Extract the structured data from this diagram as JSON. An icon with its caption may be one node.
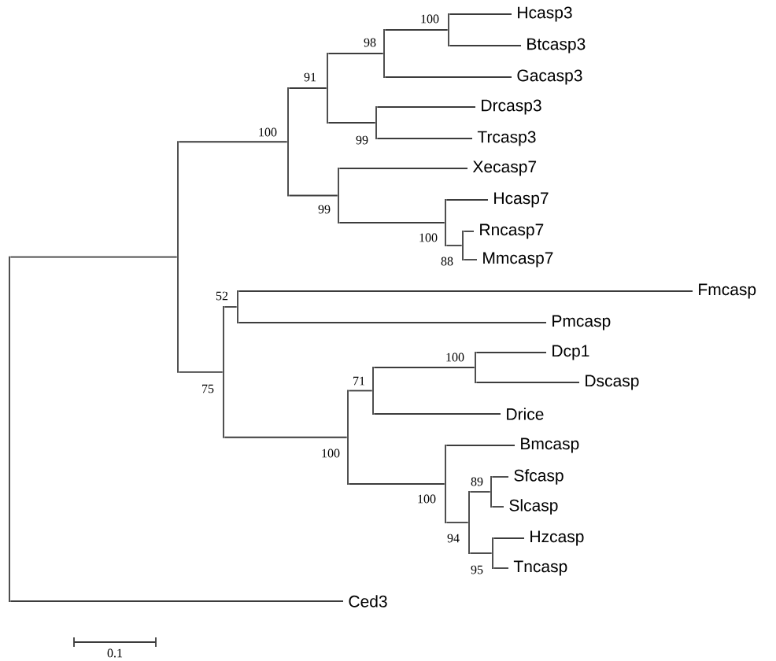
{
  "diagram": {
    "nodes": [
      {
        "text": [],
        "shape": "bar"
      },
      {
        "text": [],
        "shape": "bar"
      },
      {
        "text": [],
        "shape": "bar",
        "beside": [
          "100"
        ]
      },
      {
        "text": [],
        "shape": "bar",
        "beside": [
          "91"
        ]
      },
      {
        "text": [],
        "shape": "bar",
        "beside": [
          "98"
        ]
      },
      {
        "text": [],
        "shape": "bar",
        "beside": [
          "100"
        ]
      },
      {
        "text": [
          "Hcasp3"
        ]
      },
      {
        "text": [
          "Btcasp3"
        ]
      },
      {
        "text": [
          "Gacasp3"
        ]
      },
      {
        "text": [],
        "shape": "bar",
        "beside": [
          "99"
        ]
      },
      {
        "text": [
          "Drcasp3"
        ]
      },
      {
        "text": [
          "Trcasp3"
        ]
      },
      {
        "text": [],
        "shape": "bar",
        "beside": [
          "99"
        ]
      },
      {
        "text": [
          "Xecasp7"
        ]
      },
      {
        "text": [],
        "shape": "bar",
        "beside": [
          "100"
        ]
      },
      {
        "text": [
          "Hcasp7"
        ]
      },
      {
        "text": [],
        "shape": "bar",
        "beside": [
          "88"
        ]
      },
      {
        "text": [
          "Rncasp7"
        ]
      },
      {
        "text": [
          "Mmcasp7"
        ]
      },
      {
        "text": [],
        "shape": "bar",
        "beside": [
          "75"
        ]
      },
      {
        "text": [],
        "shape": "bar",
        "beside": [
          "52"
        ]
      },
      {
        "text": [
          "Fmcasp"
        ]
      },
      {
        "text": [
          "Pmcasp"
        ]
      },
      {
        "text": [],
        "shape": "bar",
        "beside": [
          "100"
        ]
      },
      {
        "text": [],
        "shape": "bar",
        "beside": [
          "71"
        ]
      },
      {
        "text": [],
        "shape": "bar",
        "beside": [
          "100"
        ]
      },
      {
        "text": [
          "Dcp1"
        ]
      },
      {
        "text": [
          "Dscasp"
        ]
      },
      {
        "text": [
          "Drice"
        ]
      },
      {
        "text": [],
        "shape": "bar",
        "beside": [
          "100"
        ]
      },
      {
        "text": [
          "Bmcasp"
        ]
      },
      {
        "text": [],
        "shape": "bar",
        "beside": [
          "94"
        ]
      },
      {
        "text": [],
        "shape": "bar",
        "beside": [
          "89"
        ]
      },
      {
        "text": [
          "Sfcasp"
        ]
      },
      {
        "text": [
          "Slcasp"
        ]
      },
      {
        "text": [],
        "shape": "bar",
        "beside": [
          "95"
        ]
      },
      {
        "text": [
          "Hzcasp"
        ]
      },
      {
        "text": [
          "Tncasp"
        ]
      },
      {
        "text": [
          "Ced3"
        ]
      }
    ],
    "edges": [
      {
        "from": 0,
        "to": 1,
        "arrow": "none"
      },
      {
        "from": 0,
        "to": 38,
        "arrow": "none"
      },
      {
        "from": 1,
        "to": 2,
        "arrow": "none"
      },
      {
        "from": 1,
        "to": 19,
        "arrow": "none"
      },
      {
        "from": 2,
        "to": 3,
        "arrow": "none"
      },
      {
        "from": 2,
        "to": 12,
        "arrow": "none"
      },
      {
        "from": 3,
        "to": 4,
        "arrow": "none"
      },
      {
        "from": 3,
        "to": 9,
        "arrow": "none"
      },
      {
        "from": 4,
        "to": 5,
        "arrow": "none"
      },
      {
        "from": 4,
        "to": 8,
        "arrow": "none"
      },
      {
        "from": 5,
        "to": 6,
        "arrow": "none"
      },
      {
        "from": 5,
        "to": 7,
        "arrow": "none"
      },
      {
        "from": 9,
        "to": 10,
        "arrow": "none"
      },
      {
        "from": 9,
        "to": 11,
        "arrow": "none"
      },
      {
        "from": 12,
        "to": 13,
        "arrow": "none"
      },
      {
        "from": 12,
        "to": 14,
        "arrow": "none"
      },
      {
        "from": 14,
        "to": 15,
        "arrow": "none"
      },
      {
        "from": 14,
        "to": 16,
        "arrow": "none"
      },
      {
        "from": 16,
        "to": 17,
        "arrow": "none"
      },
      {
        "from": 16,
        "to": 18,
        "arrow": "none"
      },
      {
        "from": 19,
        "to": 20,
        "arrow": "none"
      },
      {
        "from": 19,
        "to": 23,
        "arrow": "none"
      },
      {
        "from": 20,
        "to": 21,
        "arrow": "none"
      },
      {
        "from": 20,
        "to": 22,
        "arrow": "none"
      },
      {
        "from": 23,
        "to": 24,
        "arrow": "none"
      },
      {
        "from": 23,
        "to": 29,
        "arrow": "none"
      },
      {
        "from": 24,
        "to": 25,
        "arrow": "none"
      },
      {
        "from": 24,
        "to": 28,
        "arrow": "none"
      },
      {
        "from": 25,
        "to": 26,
        "arrow": "none"
      },
      {
        "from": 25,
        "to": 27,
        "arrow": "none"
      },
      {
        "from": 29,
        "to": 30,
        "arrow": "none"
      },
      {
        "from": 29,
        "to": 31,
        "arrow": "none"
      },
      {
        "from": 31,
        "to": 32,
        "arrow": "none"
      },
      {
        "from": 31,
        "to": 35,
        "arrow": "none"
      },
      {
        "from": 32,
        "to": 33,
        "arrow": "none"
      },
      {
        "from": 32,
        "to": 34,
        "arrow": "none"
      },
      {
        "from": 35,
        "to": 36,
        "arrow": "none"
      },
      {
        "from": 35,
        "to": 37,
        "arrow": "none"
      }
    ],
    "labels": [
      "0.1"
    ]
  }
}
